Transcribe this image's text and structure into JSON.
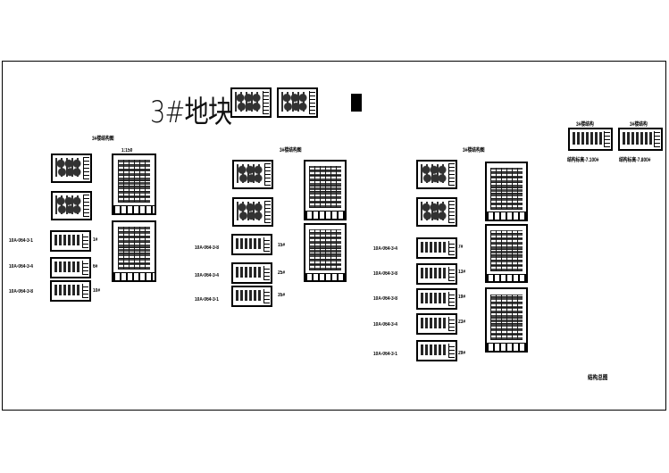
{
  "title": "3#地块",
  "scale": "1:150",
  "group1": {
    "heading": "3#楼结构图",
    "codes": [
      "10A-064-3-1",
      "10A-064-3-4",
      "10A-064-3-8"
    ],
    "floors": [
      "1#",
      "6#",
      "10#"
    ]
  },
  "group2": {
    "heading": "3#楼结构图",
    "codes": [
      "10A-064-3-8",
      "10A-064-3-4",
      "10A-064-3-1"
    ],
    "floors": [
      "15#",
      "25#",
      "35#"
    ]
  },
  "group3": {
    "heading": "3#楼结构图",
    "codes": [
      "10A-064-3-4",
      "10A-064-3-8",
      "10A-064-3-8",
      "10A-064-3-4",
      "10A-064-3-1"
    ],
    "floors": [
      "7#",
      "13#",
      "19#",
      "23#",
      "29#"
    ]
  },
  "right": {
    "headings": [
      "3#楼结构",
      "3#楼结构"
    ],
    "captions": [
      "结构标高-7.100#",
      "结构标高-7.800#"
    ]
  },
  "footer_label": "结构总图"
}
